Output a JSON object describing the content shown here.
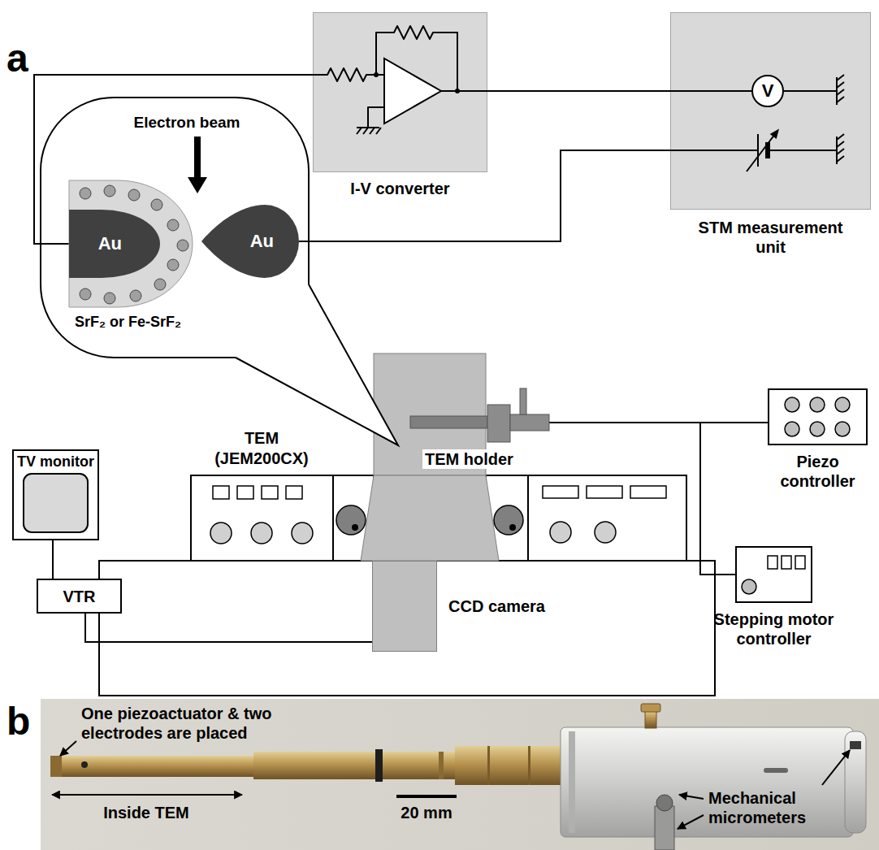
{
  "diagram": {
    "nodes": [
      {
        "text": [
          "I-V converter"
        ]
      },
      {
        "text": [
          "STM measurement unit"
        ]
      },
      {
        "text": [
          "V"
        ],
        "in": 1
      },
      {
        "text": [
          "Electron beam"
        ]
      },
      {
        "text": [
          "SrF₂ or Fe-SrF₂"
        ],
        "in": 3
      },
      {
        "text": [
          "Au"
        ],
        "in": 4
      },
      {
        "text": [
          "Au"
        ],
        "in": 3
      },
      {
        "text": [
          "TEM (JEM200CX)"
        ]
      },
      {
        "text": [
          "TV monitor"
        ]
      },
      {
        "text": [
          "VTR"
        ]
      },
      {
        "text": [
          "CCD camera"
        ],
        "in": 7
      },
      {
        "text": [
          "TEM holder"
        ]
      },
      {
        "text": [
          "Piezo controller"
        ]
      },
      {
        "text": [
          "Stepping motor controller"
        ]
      }
    ],
    "edges": [
      {
        "from": 5,
        "to": 0,
        "arrow": "none"
      },
      {
        "from": 0,
        "to": 2,
        "arrow": "none"
      },
      {
        "from": 6,
        "to": 1,
        "arrow": "none"
      },
      {
        "from": 8,
        "to": 9,
        "arrow": "none"
      },
      {
        "from": 9,
        "to": 10,
        "arrow": "none"
      },
      {
        "from": 11,
        "to": 12,
        "arrow": "none"
      },
      {
        "from": 11,
        "to": 13,
        "arrow": "none"
      }
    ],
    "labels": [
      "a",
      "b",
      "One piezoactuator & two electrodes are placed",
      "Inside TEM",
      "20 mm",
      "Mechanical micrometers"
    ]
  }
}
